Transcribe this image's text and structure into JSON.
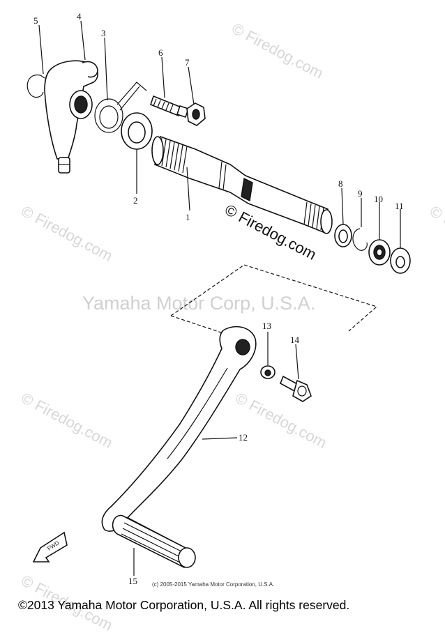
{
  "watermarks": {
    "corner_mark": "© Firedog.com",
    "center_mark": "Yamaha Motor Corp, U.S.A.",
    "main_mark": "© Firedog.com"
  },
  "fwd_label": "FWD",
  "parts": [
    {
      "number": "1"
    },
    {
      "number": "2"
    },
    {
      "number": "3"
    },
    {
      "number": "4"
    },
    {
      "number": "5"
    },
    {
      "number": "6"
    },
    {
      "number": "7"
    },
    {
      "number": "8"
    },
    {
      "number": "9"
    },
    {
      "number": "10"
    },
    {
      "number": "11"
    },
    {
      "number": "12"
    },
    {
      "number": "13"
    },
    {
      "number": "14"
    },
    {
      "number": "15"
    }
  ],
  "small_copyright": "(c) 2005-2015 Yamaha Motor Corporation, U.S.A.",
  "footer": "©2013 Yamaha Motor Corporation, U.S.A. All rights reserved."
}
